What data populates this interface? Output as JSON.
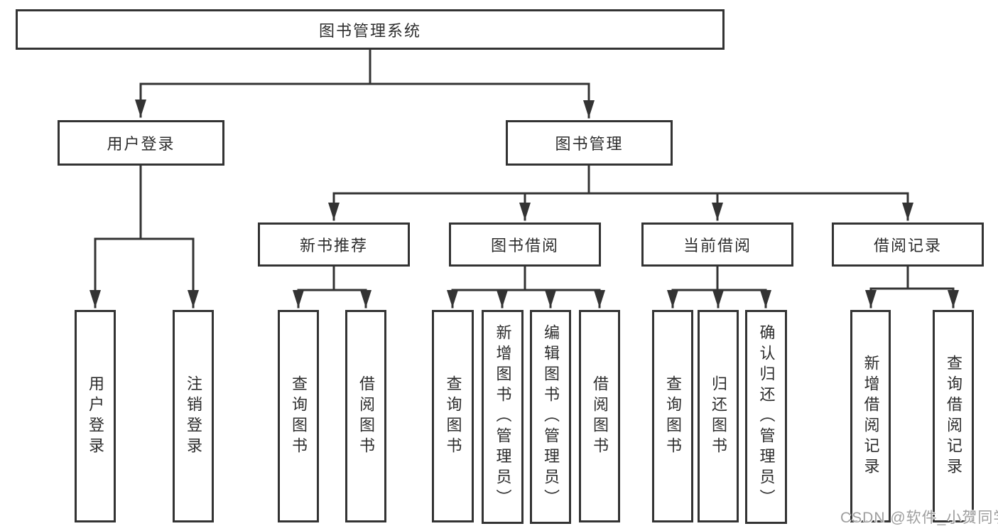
{
  "diagram_type": "hierarchy-tree",
  "colors": {
    "line": "#333333",
    "text": "#2d2d2d",
    "box_background": "#ffffff",
    "watermark": "#9e9e9e"
  },
  "tree": {
    "label": "图书管理系统",
    "children": [
      {
        "label": "用户登录",
        "children": [
          {
            "label": "用户登录"
          },
          {
            "label": "注销登录"
          }
        ]
      },
      {
        "label": "图书管理",
        "children": [
          {
            "label": "新书推荐",
            "children": [
              {
                "label": "查询图书"
              },
              {
                "label": "借阅图书"
              }
            ]
          },
          {
            "label": "图书借阅",
            "children": [
              {
                "label": "查询图书"
              },
              {
                "label": "新增图书（管理员）"
              },
              {
                "label": "编辑图书（管理员）"
              },
              {
                "label": "借阅图书"
              }
            ]
          },
          {
            "label": "当前借阅",
            "children": [
              {
                "label": "查询图书"
              },
              {
                "label": "归还图书"
              },
              {
                "label": "确认归还（管理员）"
              }
            ]
          },
          {
            "label": "借阅记录",
            "children": [
              {
                "label": "新增借阅记录"
              },
              {
                "label": "查询借阅记录"
              }
            ]
          }
        ]
      }
    ]
  },
  "watermark": {
    "text": "CSDN @软件_小贺同学"
  }
}
